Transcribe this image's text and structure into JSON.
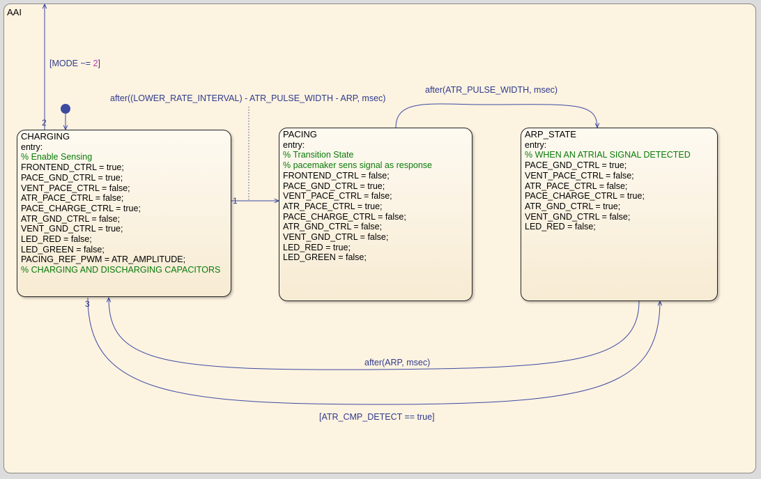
{
  "chart": {
    "name": "AAI"
  },
  "states": {
    "charging": {
      "title": "CHARGING",
      "lines": [
        {
          "text": "entry:",
          "comment": false
        },
        {
          "text": "% Enable Sensing",
          "comment": true
        },
        {
          "text": "FRONTEND_CTRL = true;",
          "comment": false
        },
        {
          "text": "PACE_GND_CTRL = true;",
          "comment": false
        },
        {
          "text": "VENT_PACE_CTRL = false;",
          "comment": false
        },
        {
          "text": "ATR_PACE_CTRL = false;",
          "comment": false
        },
        {
          "text": "PACE_CHARGE_CTRL = true;",
          "comment": false
        },
        {
          "text": "ATR_GND_CTRL = false;",
          "comment": false
        },
        {
          "text": "VENT_GND_CTRL = true;",
          "comment": false
        },
        {
          "text": "LED_RED = false;",
          "comment": false
        },
        {
          "text": "LED_GREEN = false;",
          "comment": false
        },
        {
          "text": "PACING_REF_PWM = ATR_AMPLITUDE;",
          "comment": false
        },
        {
          "text": "% CHARGING AND DISCHARGING CAPACITORS",
          "comment": true
        }
      ]
    },
    "pacing": {
      "title": "PACING",
      "lines": [
        {
          "text": "entry:",
          "comment": false
        },
        {
          "text": "% Transition State",
          "comment": true
        },
        {
          "text": "% pacemaker sens signal as response",
          "comment": true
        },
        {
          "text": "FRONTEND_CTRL = false;",
          "comment": false
        },
        {
          "text": "PACE_GND_CTRL = true;",
          "comment": false
        },
        {
          "text": "VENT_PACE_CTRL = false;",
          "comment": false
        },
        {
          "text": "ATR_PACE_CTRL = true;",
          "comment": false
        },
        {
          "text": "PACE_CHARGE_CTRL = false;",
          "comment": false
        },
        {
          "text": "ATR_GND_CTRL = false;",
          "comment": false
        },
        {
          "text": "VENT_GND_CTRL = false;",
          "comment": false
        },
        {
          "text": "LED_RED = true;",
          "comment": false
        },
        {
          "text": "LED_GREEN = false;",
          "comment": false
        }
      ]
    },
    "arp": {
      "title": "ARP_STATE",
      "lines": [
        {
          "text": "entry:",
          "comment": false
        },
        {
          "text": "% WHEN AN ATRIAL SIGNAL DETECTED",
          "comment": true
        },
        {
          "text": "PACE_GND_CTRL = true;",
          "comment": false
        },
        {
          "text": "VENT_PACE_CTRL = false;",
          "comment": false
        },
        {
          "text": "ATR_PACE_CTRL = false;",
          "comment": false
        },
        {
          "text": "PACE_CHARGE_CTRL = true;",
          "comment": false
        },
        {
          "text": "ATR_GND_CTRL = true;",
          "comment": false
        },
        {
          "text": "VENT_GND_CTRL = false;",
          "comment": false
        },
        {
          "text": "LED_RED = false;",
          "comment": false
        }
      ]
    }
  },
  "transitions": {
    "exit_mode": {
      "prefix": "[MODE ~= ",
      "value": "2",
      "suffix": "]",
      "priority": "2"
    },
    "to_pacing": {
      "label": "after((LOWER_RATE_INTERVAL) - ATR_PULSE_WIDTH - ARP, msec)",
      "priority": "1"
    },
    "to_arp": {
      "label": "after(ATR_PULSE_WIDTH, msec)"
    },
    "arp_back": {
      "label": "after(ARP, msec)"
    },
    "detect": {
      "label": "[ATR_CMP_DETECT == true]",
      "priority": "3"
    }
  },
  "colors": {
    "transition": "#3c4aa0",
    "comment": "#0a7a0a",
    "default_dot": "#3c4aa0"
  }
}
